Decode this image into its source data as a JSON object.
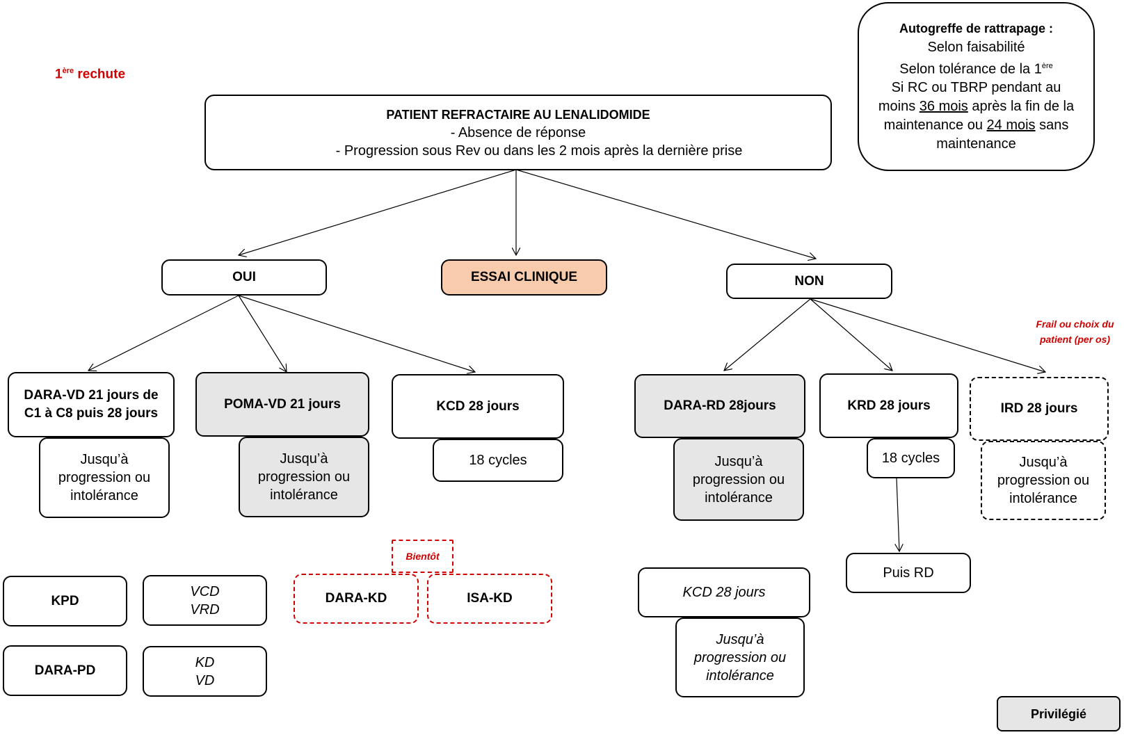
{
  "relapse_label": {
    "num": "1",
    "sup": "ère",
    "text": "rechute"
  },
  "autograft": {
    "title": "Autogreffe de rattrapage :",
    "line1": "Selon faisabilité",
    "line2_a": "Selon tolérance de la 1",
    "line2_sup": "ère",
    "line3": "Si RC ou TBRP pendant au",
    "line4_a": "moins ",
    "line4_u": "36 mois",
    "line4_b": " après la fin de la",
    "line5_a": "maintenance ou ",
    "line5_u": "24 mois",
    "line5_b": " sans",
    "line6": "maintenance"
  },
  "main": {
    "title": "PATIENT REFRACTAIRE AU LENALIDOMIDE",
    "line1": "- Absence de réponse",
    "line2": "- Progression sous Rev ou dans les 2 mois après la dernière prise"
  },
  "branches": {
    "oui": "OUI",
    "essai": "ESSAI CLINIQUE",
    "non": "NON"
  },
  "frail_note": {
    "line1": "Frail ou choix du",
    "line2": "patient (per os)"
  },
  "oui_options": {
    "dara_vd": {
      "line1": "DARA-VD 21 jours de",
      "line2": "C1 à C8 puis 28 jours"
    },
    "dara_vd_sub": {
      "line1": "Jusqu’à",
      "line2": "progression ou",
      "line3": "intolérance"
    },
    "poma_vd": "POMA-VD 21 jours",
    "poma_vd_sub": {
      "line1": "Jusqu’à",
      "line2": "progression ou",
      "line3": "intolérance"
    },
    "kcd": "KCD 28 jours",
    "kcd_sub": "18 cycles"
  },
  "non_options": {
    "dara_rd": "DARA-RD 28jours",
    "dara_rd_sub": {
      "line1": "Jusqu’à",
      "line2": "progression ou",
      "line3": "intolérance"
    },
    "krd": "KRD 28 jours",
    "krd_sub": "18 cycles",
    "krd_then": "Puis RD",
    "ird": "IRD 28 jours",
    "ird_sub": {
      "line1": "Jusqu’à",
      "line2": "progression ou",
      "line3": "intolérance"
    }
  },
  "others": {
    "kpd": "KPD",
    "vcd_vrd": {
      "line1": "VCD",
      "line2": "VRD"
    },
    "dara_pd": "DARA-PD",
    "kd_vd": {
      "line1": "KD",
      "line2": "VD"
    },
    "soon_label": "Bientôt",
    "dara_kd": "DARA-KD",
    "isa_kd": "ISA-KD",
    "kcd_alt": "KCD 28 jours",
    "kcd_alt_sub": {
      "line1": "Jusqu’à",
      "line2": "progression ou",
      "line3": "intolérance"
    }
  },
  "legend": {
    "privileged": "Privilégié"
  },
  "colors": {
    "accent_red": "#d00000",
    "grey_fill": "#e7e6e6",
    "salmon_fill": "#f8cbad"
  }
}
